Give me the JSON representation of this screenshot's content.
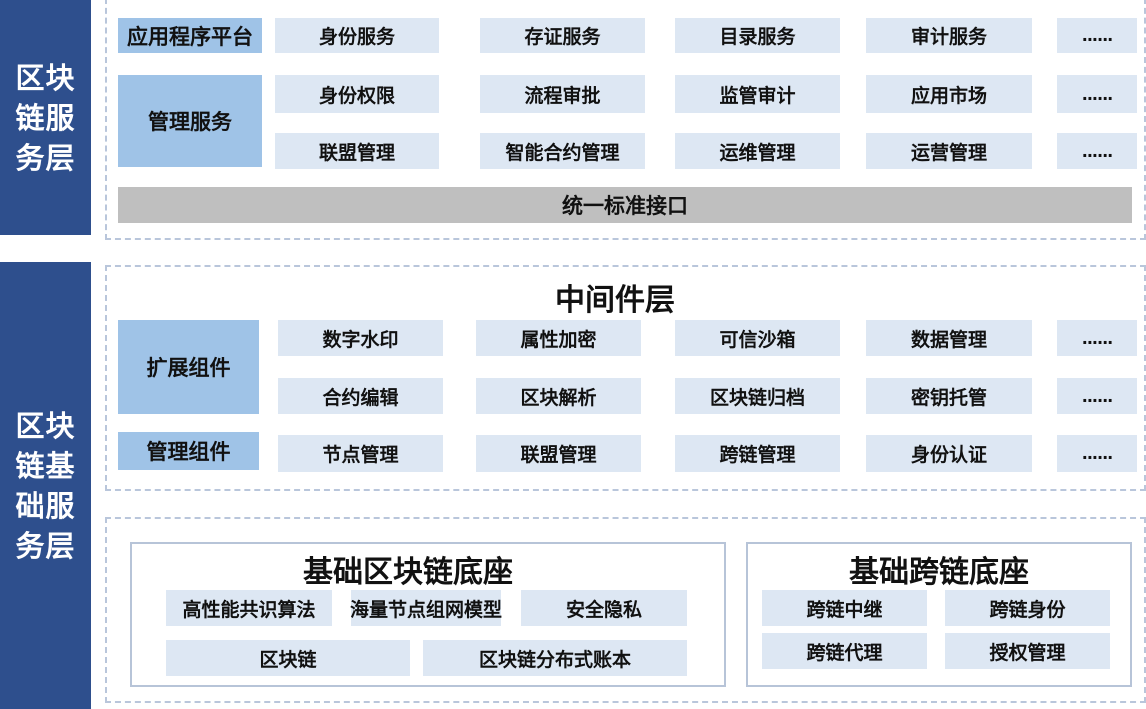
{
  "labels": {
    "service_layer": "区块链服务层",
    "base_layer": "区块链基础服务层"
  },
  "service": {
    "row1_key": "应用程序平台",
    "row1": [
      "身份服务",
      "存证服务",
      "目录服务",
      "审计服务",
      "......"
    ],
    "mgmt_key": "管理服务",
    "row2": [
      "身份权限",
      "流程审批",
      "监管审计",
      "应用市场",
      "......"
    ],
    "row3": [
      "联盟管理",
      "智能合约管理",
      "运维管理",
      "运营管理",
      "......"
    ],
    "interface": "统一标准接口"
  },
  "middleware": {
    "title": "中间件层",
    "ext_key": "扩展组件",
    "row1": [
      "数字水印",
      "属性加密",
      "可信沙箱",
      "数据管理",
      "......"
    ],
    "row2": [
      "合约编辑",
      "区块解析",
      "区块链归档",
      "密钥托管",
      "......"
    ],
    "mgmt_key": "管理组件",
    "row3": [
      "节点管理",
      "联盟管理",
      "跨链管理",
      "身份认证",
      "......"
    ]
  },
  "base_chain": {
    "title": "基础区块链底座",
    "row1": [
      "高性能共识算法",
      "海量节点组网模型",
      "安全隐私"
    ],
    "row2": [
      "区块链",
      "区块链分布式账本"
    ]
  },
  "cross_chain": {
    "title": "基础跨链底座",
    "row1": [
      "跨链中继",
      "跨链身份"
    ],
    "row2": [
      "跨链代理",
      "授权管理"
    ]
  },
  "colors": {
    "side_bg": "#2e4f8d",
    "cell_bg": "#dde7f3",
    "key_bg": "#9fc3e7",
    "bar_bg": "#bfbfbf"
  }
}
